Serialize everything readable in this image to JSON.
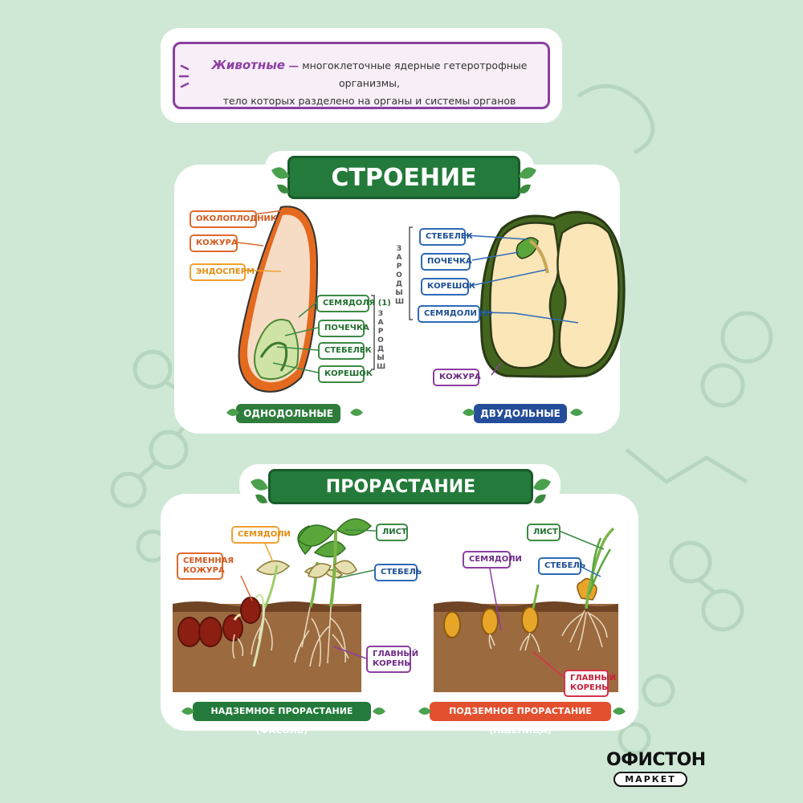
{
  "definition": {
    "term": "Животные",
    "dash": " — ",
    "line1": "многоклеточные ядерные гетеротрофные организмы,",
    "line2": "тело которых разделено на органы и системы органов"
  },
  "seeds": {
    "title": "СТРОЕНИЕ СЕМЯН",
    "mono": {
      "caption": "ОДНОДОЛЬНЫЕ",
      "labels": {
        "pericarp": "ОКОЛОПЛОДНИК",
        "coat": "КОЖУРА",
        "endosperm": "ЭНДОСПЕРМ",
        "cotyledon": "СЕМЯДОЛЯ (1)",
        "bud": "ПОЧЕЧКА",
        "stem": "СТЕБЕЛЕК",
        "root": "КОРЕШОК"
      },
      "group": "ЗАРОДЫШ"
    },
    "di": {
      "caption": "ДВУДОЛЬНЫЕ",
      "labels": {
        "stem": "СТЕБЕЛЕК",
        "bud": "ПОЧЕЧКА",
        "root": "КОРЕШОК",
        "cotyledons": "СЕМЯДОЛИ (2)",
        "coat": "КОЖУРА"
      },
      "group": "ЗАРОДЫШ"
    }
  },
  "germination": {
    "title": "ПРОРАСТАНИЕ РАСТЕНИЙ",
    "epigeal": {
      "caption": "НАДЗЕМНОЕ ПРОРАСТАНИЕ (ФАСОЛЬ)",
      "labels": {
        "seedcoat_line1": "СЕМЕННАЯ",
        "seedcoat_line2": "КОЖУРА",
        "cotyledons": "СЕМЯДОЛИ",
        "leaf": "ЛИСТ",
        "stem": "СТЕБЕЛЬ",
        "mainroot_line1": "ГЛАВНЫЙ",
        "mainroot_line2": "КОРЕНЬ"
      }
    },
    "hypogeal": {
      "caption": "ПОДЗЕМНОЕ ПРОРАСТАНИЕ (ПШЕНИЦА)",
      "labels": {
        "cotyledons": "СЕМЯДОЛИ",
        "leaf": "ЛИСТ",
        "stem": "СТЕБЕЛЬ",
        "mainroot_line1": "ГЛАВНЫЙ",
        "mainroot_line2": "КОРЕНЬ"
      }
    }
  },
  "brand": {
    "name": "ОФИСТОН",
    "sub": "МАРКЕТ"
  },
  "colors": {
    "background": "#cfe8d6",
    "banner_green": "#237a3a",
    "mono_pill": "#2f7d3c",
    "di_pill": "#244d9a",
    "hypogeal_pill": "#e2502f",
    "definition_border": "#8b3fa0"
  }
}
